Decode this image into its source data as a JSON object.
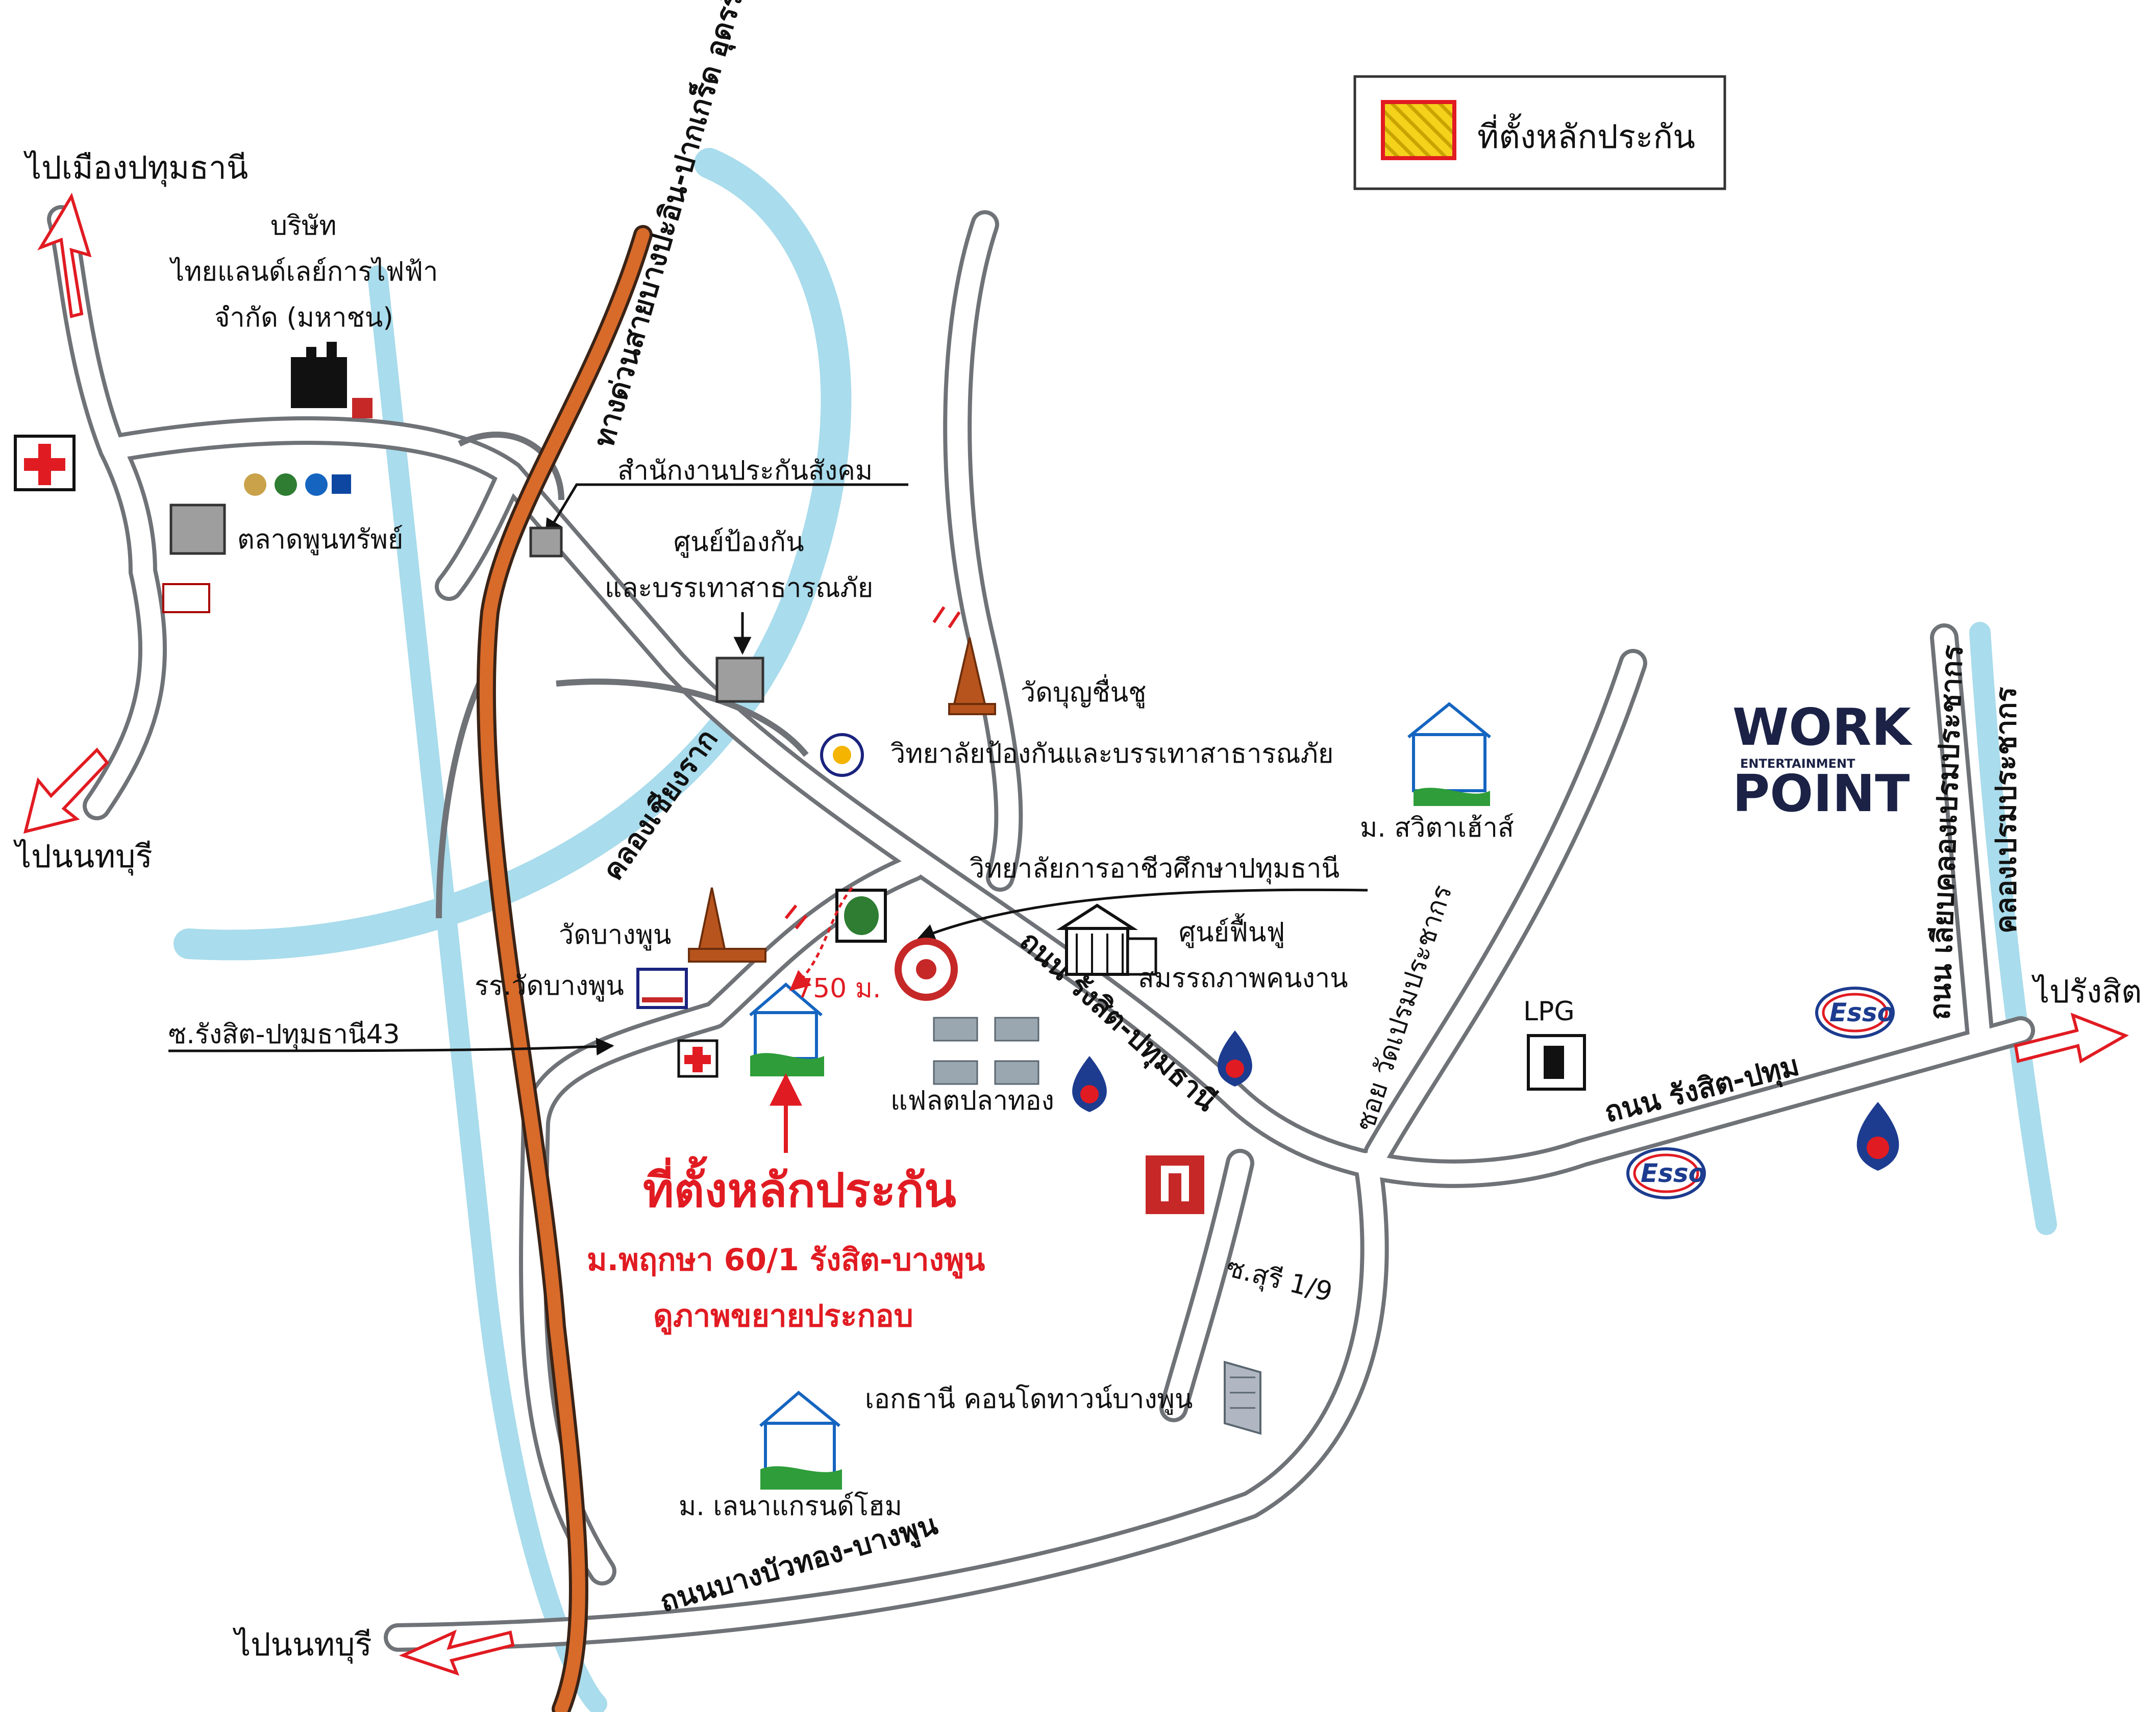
{
  "legend": {
    "label": "ที่ตั้งหลักประกัน"
  },
  "directions": {
    "north_west": "ไปเมืองปทุมธานี",
    "west": "ไปนนทบุรี",
    "south_west": "ไปนนทบุรี",
    "east": "ไปรังสิต"
  },
  "places": {
    "thai_land_company": [
      "บริษัท",
      "ไทยแลนด์เลย์การไฟฟ้า",
      "จำกัด (มหาชน)"
    ],
    "poonsap_market": "ตลาดพูนทรัพย์",
    "social_security_office": "สำนักงานประกันสังคม",
    "disaster_center": [
      "ศูนย์ป้องกัน",
      "และบรรเทาสาธารณภัย"
    ],
    "wat_bun_chuen": "วัดบุญชื่นชู",
    "disaster_college": "วิทยาลัยป้องกันและบรรเทาสาธารณภัย",
    "sawita_house": "ม. สวิตาเฮ้าส์",
    "vocational_college": "วิทยาลัยการอาชีวศึกษาปทุมธานี",
    "wat_bang_phun": "วัดบางพูน",
    "wat_bang_phun_school": "รร.วัดบางพูน",
    "rehab_center": [
      "ศูนย์ฟื้นฟู",
      "สมรรถภาพคนงาน"
    ],
    "pla_thong_flats": "แฟลตปลาทอง",
    "ekthani_condo": "เอกธานี คอนโดทาวน์บางพูน",
    "lenana_home": "ม. เลนาแกรนด์โฮม",
    "lpg": "LPG",
    "esso": "Esso",
    "workpoint": [
      "WORK",
      "ENTERTAINMENT",
      "POINT"
    ]
  },
  "roads": {
    "expressway": "ทางด่วนสายบางปะอิน-ปากเกร็ด อุดรรัถยา",
    "khlong_chiang_rak": "คลองเชียงราก",
    "rangsit_pathum": "ถนน รังสิต-ปทุมธานี",
    "rangsit_pathum_east": "ถนน รังสิต-ปทุม",
    "soi_43": "ซ.รังสิต-ปทุมธานี43",
    "soi_wat_prem": "ซอย วัดเปรมประชากร",
    "soi_suri": "ซ.สุรี 1/9",
    "bang_bua_thong_road": "ถนนบางบัวทอง-บางพูน",
    "prem_prachakorn_road": "ถนน เลียบคลองเปรมประชากร",
    "khlong_prem": "คลองเปรมประชากร"
  },
  "target": {
    "title": "ที่ตั้งหลักประกัน",
    "address": "ม.พฤกษา 60/1 รังสิต-บางพูน",
    "note": "ดูภาพขยายประกอบ",
    "distance": "750 ม."
  },
  "colors": {
    "road_fill": "#ffffff",
    "road_edge": "#6f7378",
    "expressway": "#d86a2a",
    "canal": "#a9dcec",
    "accent_red": "#e11b22",
    "legend_hatch": "#f4d21c"
  }
}
